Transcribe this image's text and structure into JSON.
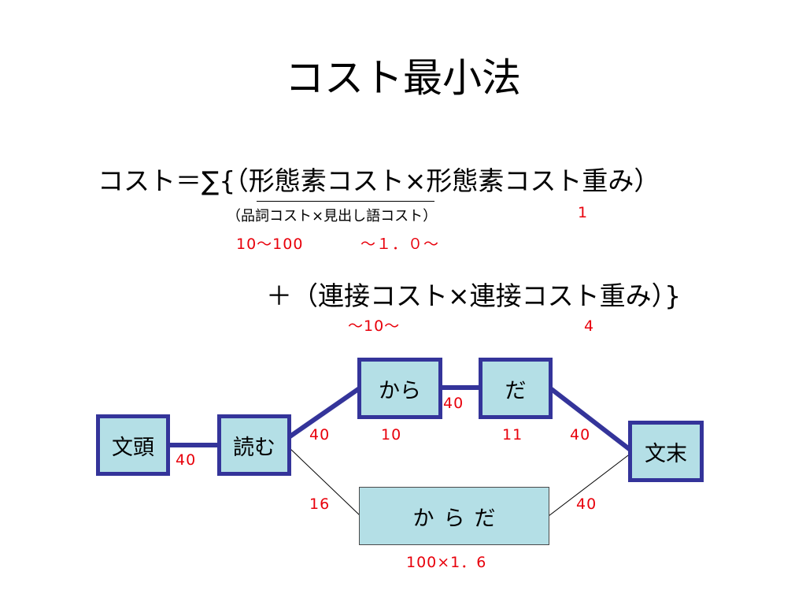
{
  "title": "コスト最小法",
  "formula": {
    "line1": "コスト＝∑{（形態素コスト×形態素コスト重み）",
    "line1_note": "（品詞コスト×見出し語コスト）",
    "line1_range": "10～100",
    "weight_range": "～１．０～",
    "weight_value": "1",
    "line2": "＋（連接コスト×連接コスト重み）}",
    "line2_range": "～10～",
    "line2_weight": "4"
  },
  "lattice": {
    "nodes": {
      "bunto": "文頭",
      "yomu": "読む",
      "kara": "から",
      "da": "だ",
      "karada": "からだ",
      "bunmatsu": "文末"
    },
    "edge_labels": {
      "bunto_yomu": "40",
      "yomu_kara": "40",
      "kara_cost": "10",
      "kara_da": "40",
      "da_cost": "11",
      "da_bunmatsu": "40",
      "yomu_karada": "16",
      "karada_bunmatsu": "40",
      "karada_cost": "100×1．6"
    },
    "colors": {
      "best_path": "#34349a",
      "node_fill": "#b4dfe6",
      "cost_text": "#e8000b"
    }
  }
}
